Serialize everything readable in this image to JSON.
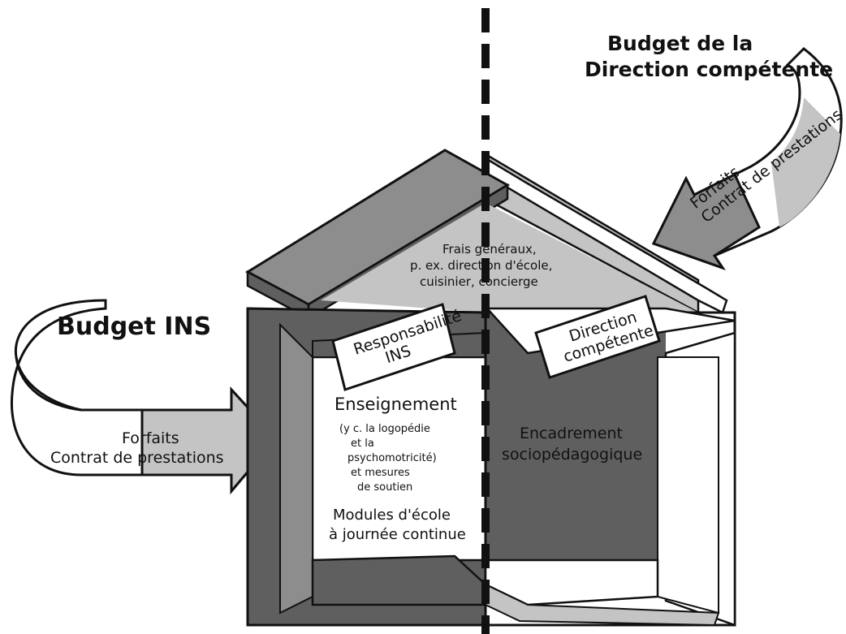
{
  "budget_ins": {
    "title": "Budget INS",
    "line1": "Forfaits",
    "line2": "Contrat de prestations"
  },
  "budget_direction": {
    "title_line1": "Budget de la",
    "title_line2": "Direction compétente",
    "line1": "Forfaits",
    "line2": "Contrat de prestations"
  },
  "roof": {
    "line1": "Frais généraux,",
    "line2": "p. ex. direction d'école,",
    "line3": "cuisinier, concierge"
  },
  "left_side": {
    "responsibility_line1": "Responsabilité",
    "responsibility_line2": "INS",
    "teaching_title": "Enseignement",
    "teaching_line1": "(y c. la logopédie",
    "teaching_line2": "et la",
    "teaching_line3": "psychomotricité)",
    "teaching_line4": "et mesures",
    "teaching_line5": "de soutien",
    "modules_line1": "Modules d'école",
    "modules_line2": "à journée continue"
  },
  "right_side": {
    "responsibility_line1": "Direction",
    "responsibility_line2": "compétente",
    "care_line1": "Encadrement",
    "care_line2": "sociopédagogique"
  },
  "colors": {
    "dark_gray": "#5f5f5f",
    "mid_gray": "#8d8d8d",
    "light_gray": "#c4c4c4",
    "outline": "#111111",
    "paper": "#ffffff"
  }
}
